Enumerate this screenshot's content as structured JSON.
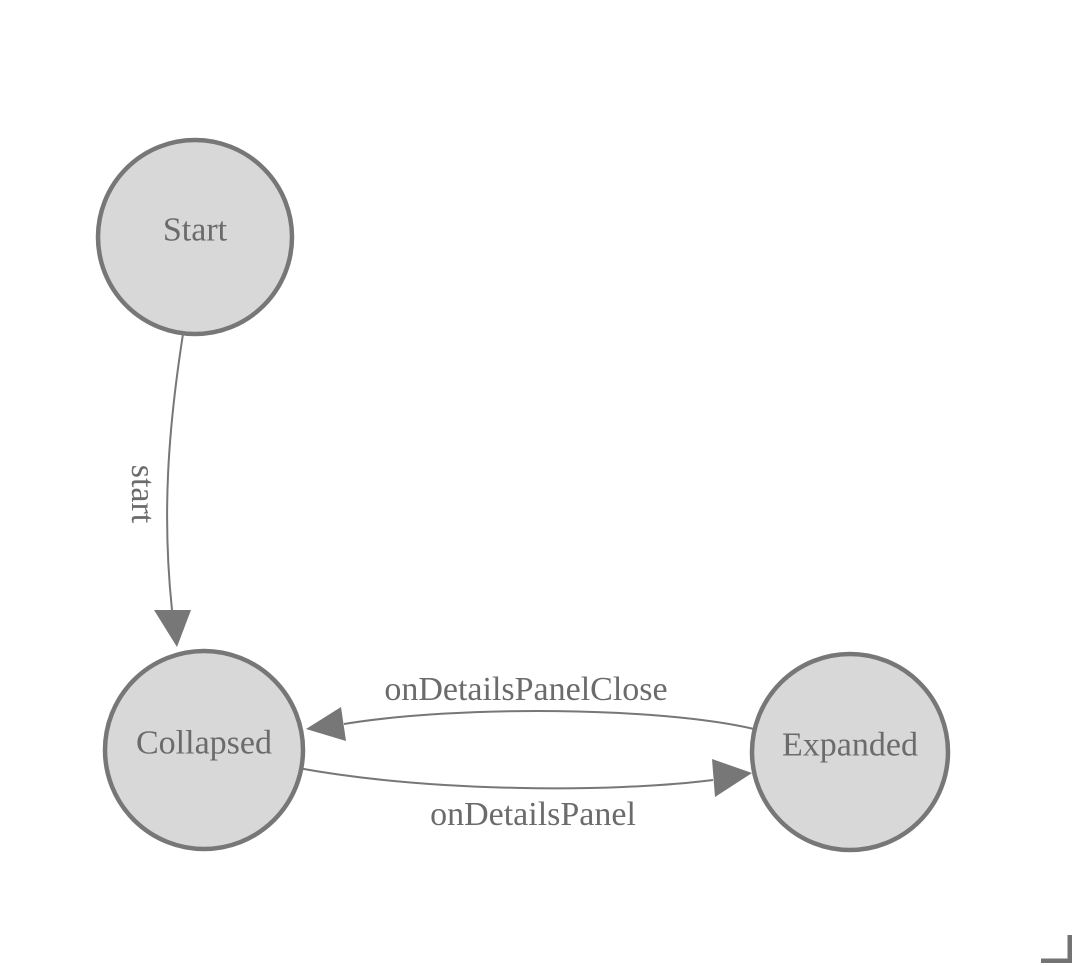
{
  "diagram": {
    "type": "state-machine",
    "nodes": [
      {
        "id": "start",
        "label": "Start"
      },
      {
        "id": "collapsed",
        "label": "Collapsed"
      },
      {
        "id": "expanded",
        "label": "Expanded"
      }
    ],
    "edges": [
      {
        "from": "start",
        "to": "collapsed",
        "label": "start"
      },
      {
        "from": "expanded",
        "to": "collapsed",
        "label": "onDetailsPanelClose"
      },
      {
        "from": "collapsed",
        "to": "expanded",
        "label": "onDetailsPanel"
      }
    ],
    "colors": {
      "background": "#ffffff",
      "node_fill": "#d8d8d8",
      "node_stroke": "#777777",
      "edge_stroke": "#777777",
      "arrow_fill": "#777777",
      "label_text": "#6b6b6b",
      "corner_mark": "#737373"
    }
  }
}
